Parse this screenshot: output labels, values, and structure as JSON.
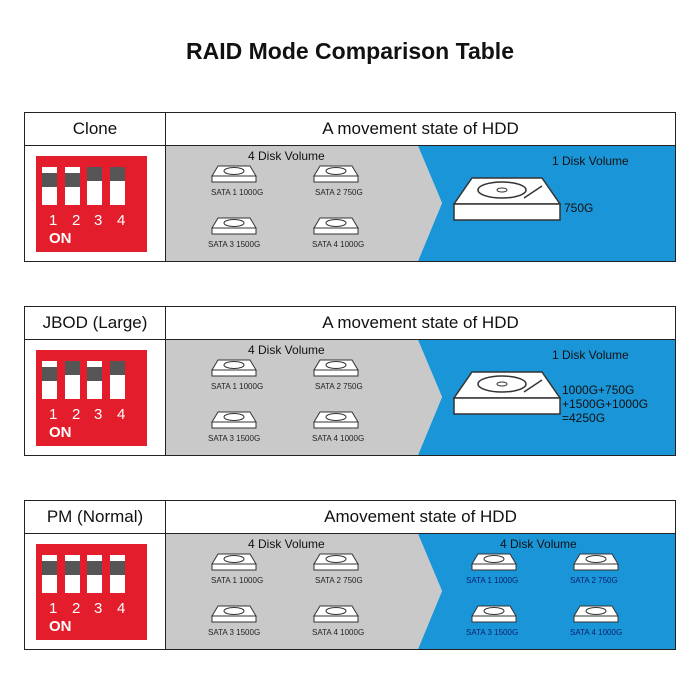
{
  "title": "RAID Mode Comparison Table",
  "colors": {
    "switch_red": "#e31d2b",
    "source_gray": "#c9c9c9",
    "target_blue": "#1a95d8",
    "border": "#222222"
  },
  "icons": {
    "switch": "dip-switch-icon",
    "disk": "hard-disk-icon"
  },
  "sections": [
    {
      "mode": "Clone",
      "state_header": "A movement state of HDD",
      "switch": {
        "numbers": [
          "1",
          "2",
          "3",
          "4"
        ],
        "on_label": "ON"
      },
      "source": {
        "title": "4 Disk Volume",
        "disks": [
          "SATA 1 1000G",
          "SATA 2 750G",
          "SATA 3 1500G",
          "SATA 4 1000G"
        ]
      },
      "target": {
        "title": "1 Disk Volume",
        "capacity_lines": [
          "750G"
        ]
      }
    },
    {
      "mode": "JBOD (Large)",
      "state_header": "A movement state of HDD",
      "switch": {
        "numbers": [
          "1",
          "2",
          "3",
          "4"
        ],
        "on_label": "ON"
      },
      "source": {
        "title": "4 Disk Volume",
        "disks": [
          "SATA 1 1000G",
          "SATA 2 750G",
          "SATA 3 1500G",
          "SATA 4 1000G"
        ]
      },
      "target": {
        "title": "1 Disk Volume",
        "capacity_lines": [
          "1000G+750G",
          "+1500G+1000G",
          "=4250G"
        ]
      }
    },
    {
      "mode": "PM (Normal)",
      "state_header": "Amovement state of HDD",
      "switch": {
        "numbers": [
          "1",
          "2",
          "3",
          "4"
        ],
        "on_label": "ON"
      },
      "source": {
        "title": "4 Disk Volume",
        "disks": [
          "SATA 1 1000G",
          "SATA 2 750G",
          "SATA 3 1500G",
          "SATA 4 1000G"
        ]
      },
      "target": {
        "title": "4 Disk Volume",
        "disks": [
          "SATA 1 1000G",
          "SATA 2 750G",
          "SATA 3 1500G",
          "SATA 4 1000G"
        ]
      }
    }
  ]
}
